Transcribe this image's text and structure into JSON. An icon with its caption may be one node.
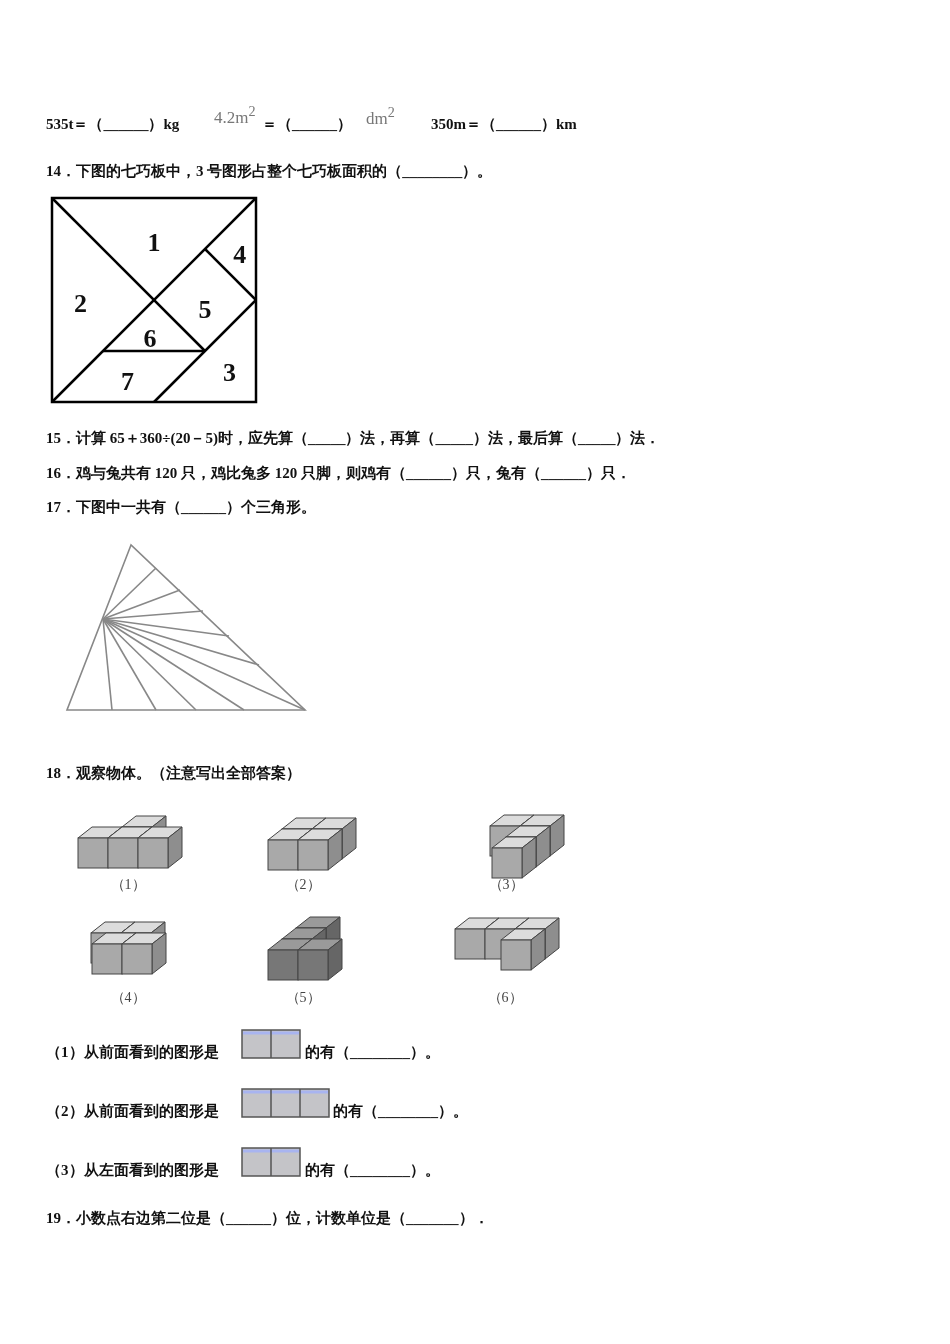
{
  "diagram": {
    "labels": [
      "535t＝（______）kg",
      "4.2m$^{2}$",
      "＝（______）",
      "dm$^{2}$",
      "350m＝（______）km",
      "14．下图的七巧板中，3 号图形占整个七巧板面积的（________）。",
      "1",
      "4",
      "2",
      "5",
      "6",
      "3",
      "7",
      "15．计算 65＋360÷(20－5)时，应先算（_____）法，再算（_____）法，最后算（_____）法．",
      "16．鸡与兔共有 120 只，鸡比兔多 120 只脚，则鸡有（______）只，兔有（______）只．",
      "17．下图中一共有（______）个三角形。",
      "18．观察物体。（注意写出全部答案）",
      "（1）",
      "（2）",
      "（3）",
      "（4）",
      "（5）",
      "（6）",
      "（1）从前面看到的图形是",
      "的有（________）。",
      "（2）从前面看到的图形是",
      "的有（________）。",
      "（3）从左面看到的图形是",
      "的有（________）。",
      "19．小数点右边第二位是（______）位，计数单位是（_______）．"
    ]
  }
}
